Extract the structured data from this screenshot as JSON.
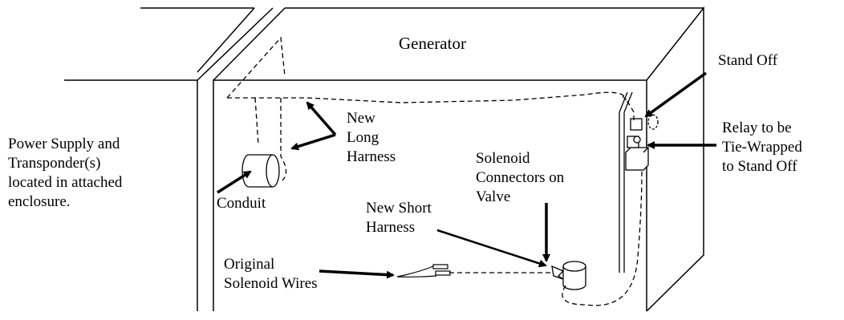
{
  "diagram": {
    "title": "Generator",
    "labels": {
      "stand_off": [
        "Stand Off"
      ],
      "relay": [
        "Relay to be",
        "Tie-Wrapped",
        "to Stand Off"
      ],
      "power_supply": [
        "Power Supply and",
        "Transponder(s)",
        "located in attached",
        "enclosure."
      ],
      "new_long_harness": [
        "New",
        "Long",
        "Harness"
      ],
      "conduit": [
        "Conduit"
      ],
      "solenoid_connectors": [
        "Solenoid",
        "Connectors on",
        "Valve"
      ],
      "new_short_harness": [
        "New Short",
        "Harness"
      ],
      "original_wires": [
        "Original",
        "Solenoid Wires"
      ]
    },
    "colors": {
      "ink": "#000000",
      "background": "#ffffff"
    }
  }
}
